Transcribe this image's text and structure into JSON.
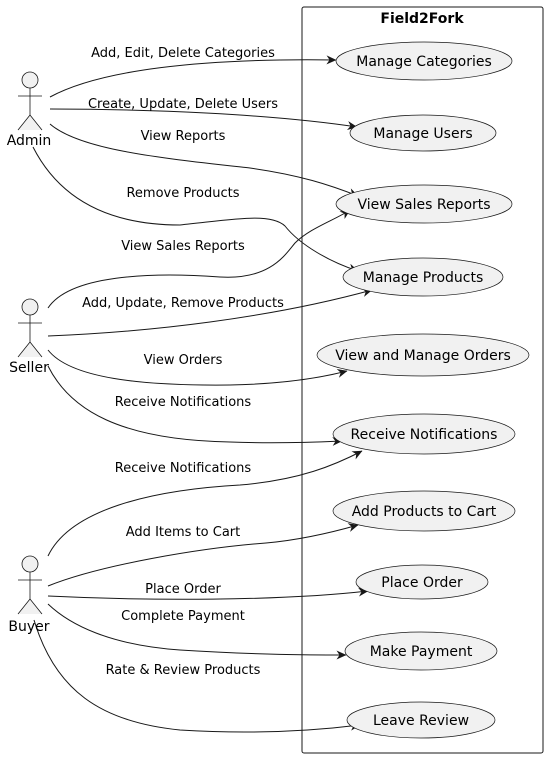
{
  "system": {
    "title": "Field2Fork"
  },
  "actors": [
    {
      "id": "admin",
      "label": "Admin"
    },
    {
      "id": "seller",
      "label": "Seller"
    },
    {
      "id": "buyer",
      "label": "Buyer"
    }
  ],
  "use_cases": [
    {
      "id": "manage_categories",
      "label": "Manage Categories"
    },
    {
      "id": "manage_users",
      "label": "Manage Users"
    },
    {
      "id": "view_sales_reports",
      "label": "View Sales Reports"
    },
    {
      "id": "manage_products",
      "label": "Manage Products"
    },
    {
      "id": "view_manage_orders",
      "label": "View and Manage Orders"
    },
    {
      "id": "receive_notifications",
      "label": "Receive Notifications"
    },
    {
      "id": "add_products_to_cart",
      "label": "Add Products to Cart"
    },
    {
      "id": "place_order",
      "label": "Place Order"
    },
    {
      "id": "make_payment",
      "label": "Make Payment"
    },
    {
      "id": "leave_review",
      "label": "Leave Review"
    }
  ],
  "relations": [
    {
      "from": "admin",
      "to": "manage_categories",
      "label": "Add, Edit, Delete Categories"
    },
    {
      "from": "admin",
      "to": "manage_users",
      "label": "Create, Update, Delete Users"
    },
    {
      "from": "admin",
      "to": "view_sales_reports",
      "label": "View Reports"
    },
    {
      "from": "admin",
      "to": "manage_products",
      "label": "Remove Products"
    },
    {
      "from": "seller",
      "to": "view_sales_reports",
      "label": "View Sales Reports"
    },
    {
      "from": "seller",
      "to": "manage_products",
      "label": "Add, Update, Remove Products"
    },
    {
      "from": "seller",
      "to": "view_manage_orders",
      "label": "View Orders"
    },
    {
      "from": "seller",
      "to": "receive_notifications",
      "label": "Receive Notifications"
    },
    {
      "from": "buyer",
      "to": "receive_notifications",
      "label": "Receive Notifications"
    },
    {
      "from": "buyer",
      "to": "add_products_to_cart",
      "label": "Add Items to Cart"
    },
    {
      "from": "buyer",
      "to": "place_order",
      "label": "Place Order"
    },
    {
      "from": "buyer",
      "to": "make_payment",
      "label": "Complete Payment"
    },
    {
      "from": "buyer",
      "to": "leave_review",
      "label": "Rate & Review Products"
    }
  ]
}
